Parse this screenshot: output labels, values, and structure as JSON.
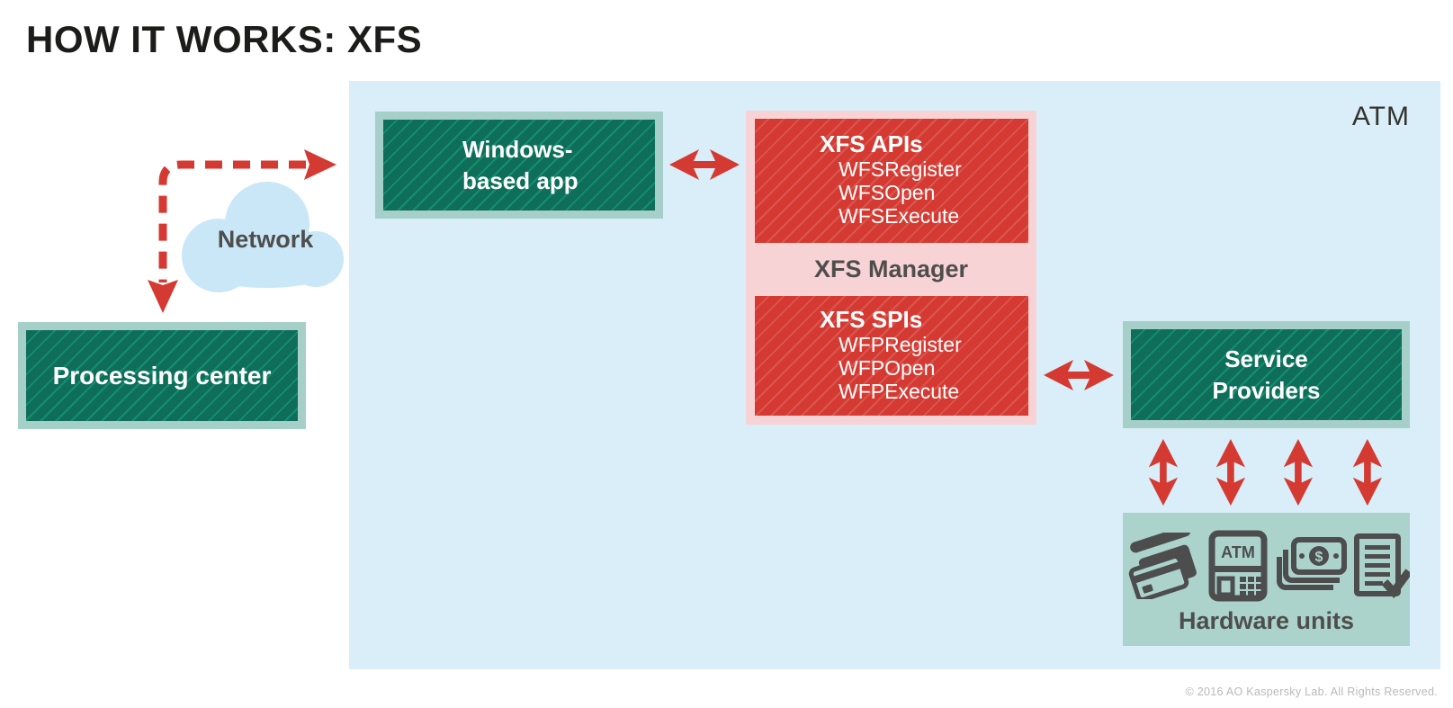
{
  "title": "HOW IT WORKS: XFS",
  "atm_label": "ATM",
  "copyright": "© 2016 AO Kaspersky Lab. All Rights Reserved.",
  "network": {
    "label": "Network"
  },
  "processing_center": {
    "label": "Processing center"
  },
  "windows_app": {
    "line1": "Windows-",
    "line2": "based app"
  },
  "xfs_stack": {
    "api": {
      "title": "XFS APIs",
      "items": [
        "WFSRegister",
        "WFSOpen",
        "WFSExecute"
      ]
    },
    "manager": {
      "title": "XFS Manager"
    },
    "spi": {
      "title": "XFS SPIs",
      "items": [
        "WFPRegister",
        "WFPOpen",
        "WFPExecute"
      ]
    }
  },
  "service_providers": {
    "line1": "Service",
    "line2": "Providers"
  },
  "hardware_units": {
    "label": "Hardware units",
    "atm_icon_label": "ATM",
    "cash_icon_symbol": "$",
    "icons": [
      "card-icon",
      "atm-terminal-icon",
      "cash-icon",
      "receipt-icon"
    ]
  },
  "colors": {
    "panel_blue": "#d9eef8",
    "cloud_blue": "#c9e7f6",
    "box_green": "#0f6e5a",
    "box_frame": "#a6cfc9",
    "hardware_teal": "#abd3cc",
    "red": "#d43a32",
    "pink": "#f8d3d5",
    "icon_gray": "#4d4d4d",
    "text_gray": "#4e4e4c"
  }
}
